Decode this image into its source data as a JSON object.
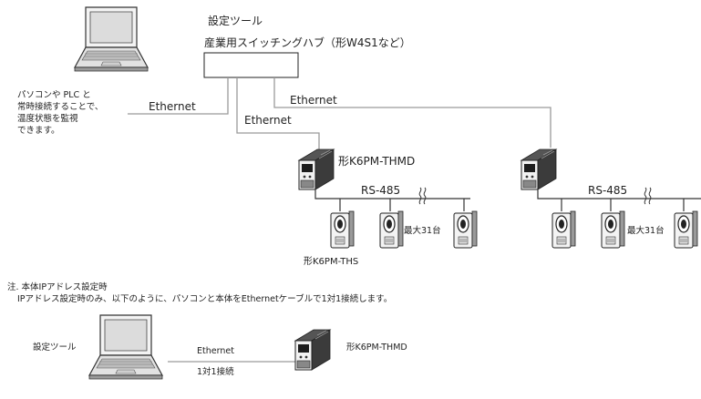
{
  "tool": {
    "title": "設定ツール",
    "hub_label": "産業用スイッチングハブ（形W4S1など）"
  },
  "pc_note": [
    "パソコンや PLC と",
    "常時接続することで、",
    "温度状態を監視",
    "できます。"
  ],
  "links": {
    "ethernet_pc": "Ethernet",
    "ethernet_hub_right": "Ethernet",
    "ethernet_hub_down": "Ethernet"
  },
  "group1": {
    "master_label": "形K6PM-THMD",
    "bus_label": "RS-485",
    "slave_label": "形K6PM-THS",
    "max_label": "最大31台"
  },
  "group2": {
    "bus_label": "RS-485",
    "max_label": "最大31台"
  },
  "note": {
    "line1": "注. 本体IPアドレス設定時",
    "line2": "IPアドレス設定時のみ、以下のように、パソコンと本体をEthernetケーブルで1対1接続します。"
  },
  "bottom": {
    "tool_label": "設定ツール",
    "ethernet_label": "Ethernet",
    "conn_label": "1対1接続",
    "device_label": "形K6PM-THMD"
  }
}
